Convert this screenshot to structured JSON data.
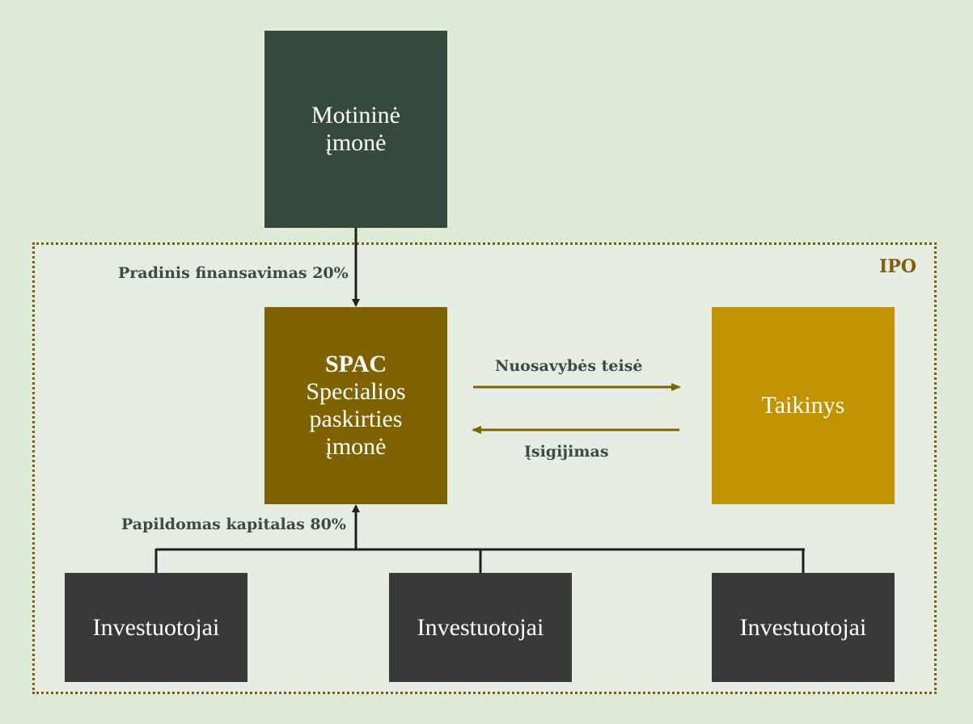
{
  "frame": {
    "label": "IPO"
  },
  "nodes": {
    "parent": {
      "line1": "Motininė",
      "line2": "įmonė"
    },
    "spac": {
      "title": "SPAC",
      "line1": "Specialios",
      "line2": "paskirties",
      "line3": "įmonė"
    },
    "target": {
      "label": "Taikinys"
    },
    "investors": [
      {
        "label": "Investuotojai"
      },
      {
        "label": "Investuotojai"
      },
      {
        "label": "Investuotojai"
      }
    ]
  },
  "edges": {
    "initial_funding": "Pradinis finansavimas 20%",
    "additional_capital": "Papildomas kapitalas 80%",
    "ownership": "Nuosavybės teisė",
    "acquisition": "Įsigijimas"
  },
  "colors": {
    "background": "#deead5",
    "frame_fill": "#e5ece2",
    "frame_border": "#7a5f0e",
    "parent": "#354a3c",
    "spac": "#7f6300",
    "target": "#c29300",
    "investor": "#393939",
    "edge_arrows": "#7f6300"
  }
}
